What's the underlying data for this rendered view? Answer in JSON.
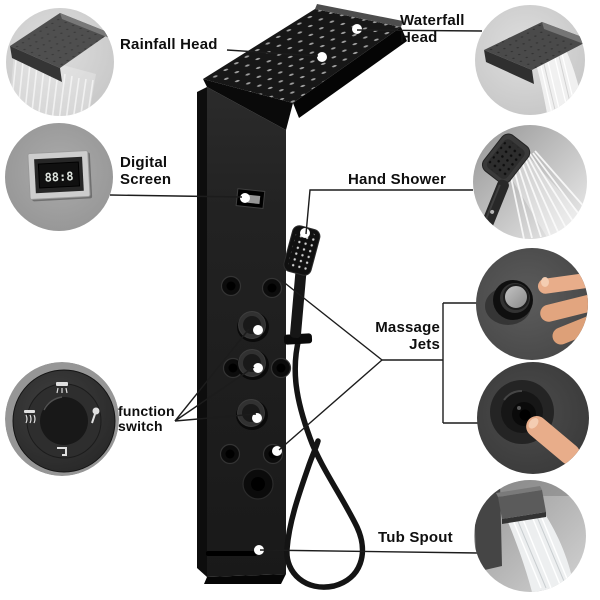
{
  "diagram": {
    "callouts": [
      {
        "name": "rainfall-head",
        "line1": "Rainfall Head",
        "line2": ""
      },
      {
        "name": "waterfall-head",
        "line1": "Waterfall",
        "line2": "Head"
      },
      {
        "name": "digital-screen",
        "line1": "Digital",
        "line2": "Screen"
      },
      {
        "name": "hand-shower",
        "line1": "Hand Shower",
        "line2": ""
      },
      {
        "name": "massage-jets",
        "line1": "Massage",
        "line2": "Jets"
      },
      {
        "name": "function-switch",
        "line1": "function",
        "line2": "switch"
      },
      {
        "name": "tub-spout",
        "line1": "Tub Spout",
        "line2": ""
      }
    ],
    "digital_display_text": "88:8",
    "insets": [
      {
        "name": "rainfall-head-photo"
      },
      {
        "name": "waterfall-head-photo"
      },
      {
        "name": "digital-screen-photo"
      },
      {
        "name": "hand-shower-photo"
      },
      {
        "name": "massage-jet-adjust-photo"
      },
      {
        "name": "massage-jet-press-photo"
      },
      {
        "name": "function-switch-knob-photo"
      },
      {
        "name": "tub-spout-photo"
      }
    ],
    "colors": {
      "background": "#ffffff",
      "panel_black": "#1c1c1c",
      "label_text": "#0e0e0e",
      "callout_line": "#1c1c1c",
      "inset_gray": "#c9c9c9",
      "skin_tone": "#e8ad8a"
    }
  }
}
